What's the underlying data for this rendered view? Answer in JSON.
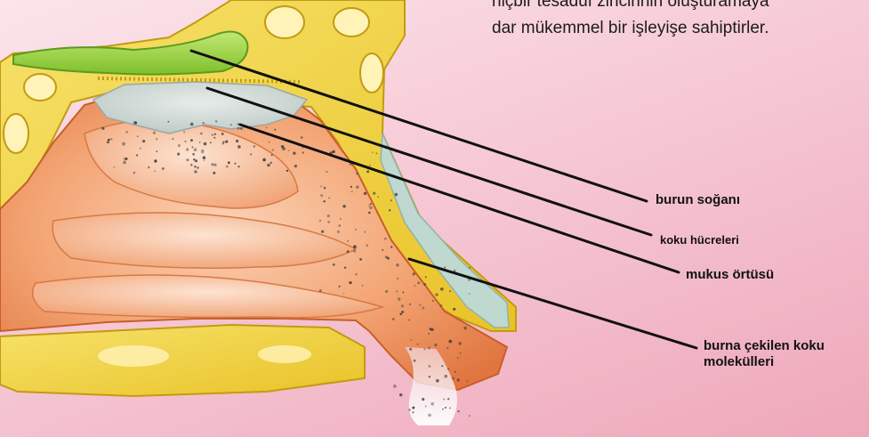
{
  "intro_text": {
    "line1": "hiçbir tesadüf zincirinin oluşturamaya",
    "line2": "dar mükemmel bir işleyişe sahiptirler."
  },
  "labels": {
    "olfactory_bulb": "burun soğanı",
    "olfactory_cells": "koku hücreleri",
    "mucus_layer": "mukus örtüsü",
    "inhaled_molecules_line1": "burna çekilen koku",
    "inhaled_molecules_line2": "molekülleri"
  },
  "colors": {
    "background": "#f6c9d5",
    "tissue": "#f09a6a",
    "bone": "#f1d23a",
    "bulb": "#9ed34a",
    "mucus": "#c9d4d0",
    "leader_lines": "#111111"
  }
}
